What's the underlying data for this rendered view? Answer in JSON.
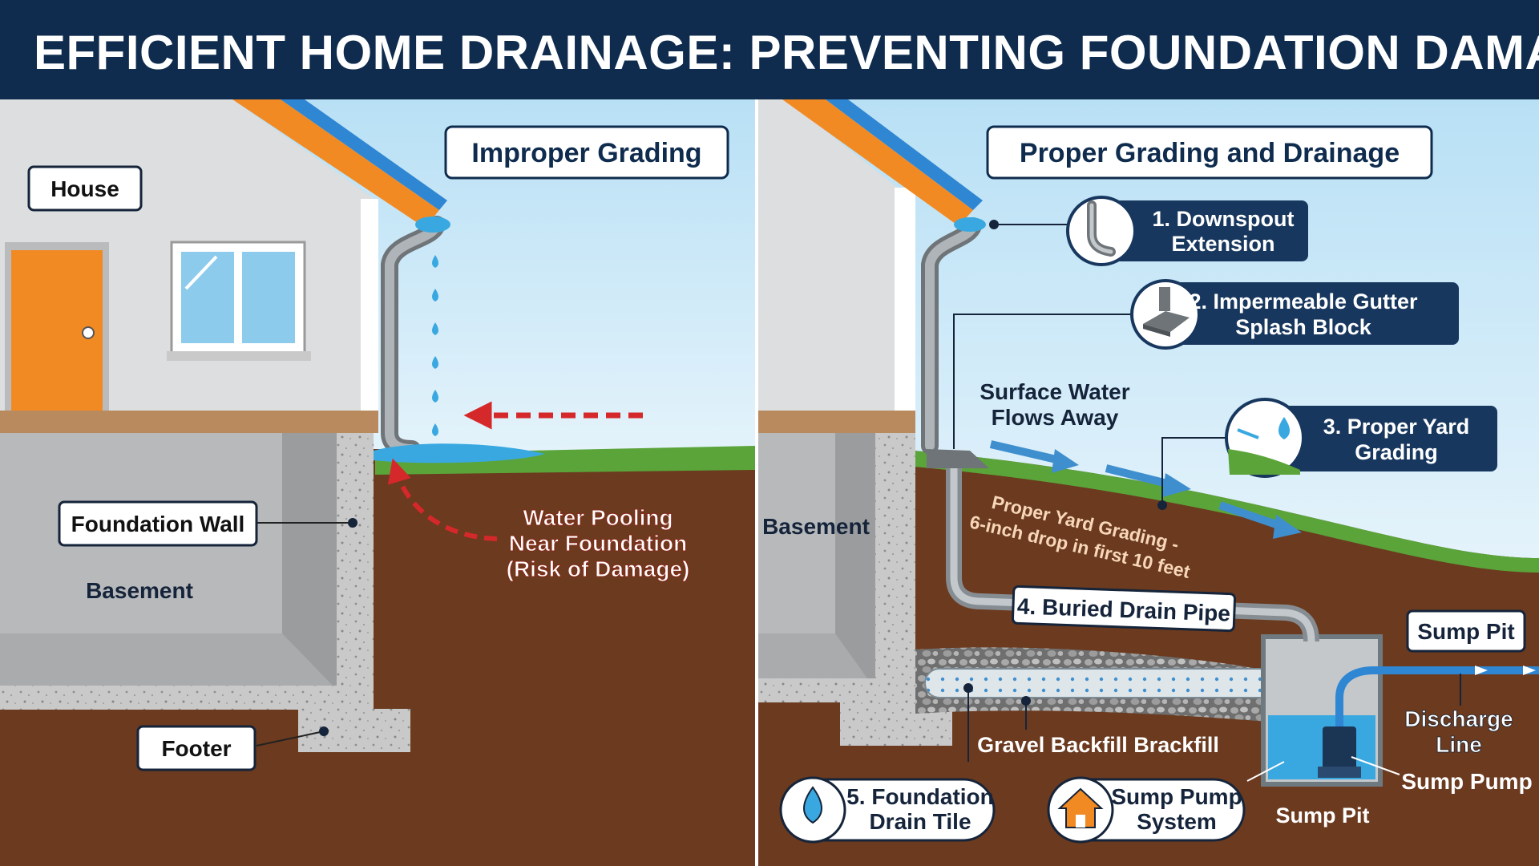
{
  "title": "EFFICIENT HOME DRAINAGE: PREVENTING FOUNDATION DAMAGE",
  "colors": {
    "header_bg": "#0f2c4e",
    "sky": "#cde9f7",
    "soil": "#6b3a1f",
    "grass": "#5aa43a",
    "door": "#f28a24",
    "roof_trim": "#f28a24",
    "water": "#3aa8e0",
    "callout_bg": "#17375e",
    "warning_red": "#d4282a"
  },
  "left": {
    "heading": "Improper Grading",
    "house_label": "House",
    "foundation_wall_label": "Foundation Wall",
    "basement_label": "Basement",
    "footer_label": "Footer",
    "pooling_line1": "Water Pooling",
    "pooling_line2": "Near Foundation",
    "pooling_line3": "(Risk of Damage)"
  },
  "right": {
    "heading": "Proper Grading and Drainage",
    "basement_label": "Basement",
    "surface_line1": "Surface Water",
    "surface_line2": "Flows Away",
    "grading_line1": "Proper Yard Grading -",
    "grading_line2": "6-inch drop in first 10 feet",
    "callouts": [
      {
        "line1": "1. Downspout",
        "line2": "Extension",
        "icon": "downspout-elbow-icon"
      },
      {
        "line1": "2. Impermeable Gutter",
        "line2": "Splash Block",
        "icon": "splash-block-icon"
      },
      {
        "line1": "3. Proper Yard",
        "line2": "Grading",
        "icon": "water-drop-slope-icon"
      }
    ],
    "buried_pipe_label": "4. Buried Drain Pipe",
    "gravel_label": "Gravel Backfill Brackfill",
    "drain_tile_line1": "5. Foundation",
    "drain_tile_line2": "Drain Tile",
    "sump_system_line1": "Sump Pump",
    "sump_system_line2": "System",
    "sump_pit_box_label": "Sump Pit",
    "sump_pit_label": "Sump Pit",
    "discharge_line1": "Discharge",
    "discharge_line2": "Line",
    "sump_pump_label": "Sump Pump"
  }
}
